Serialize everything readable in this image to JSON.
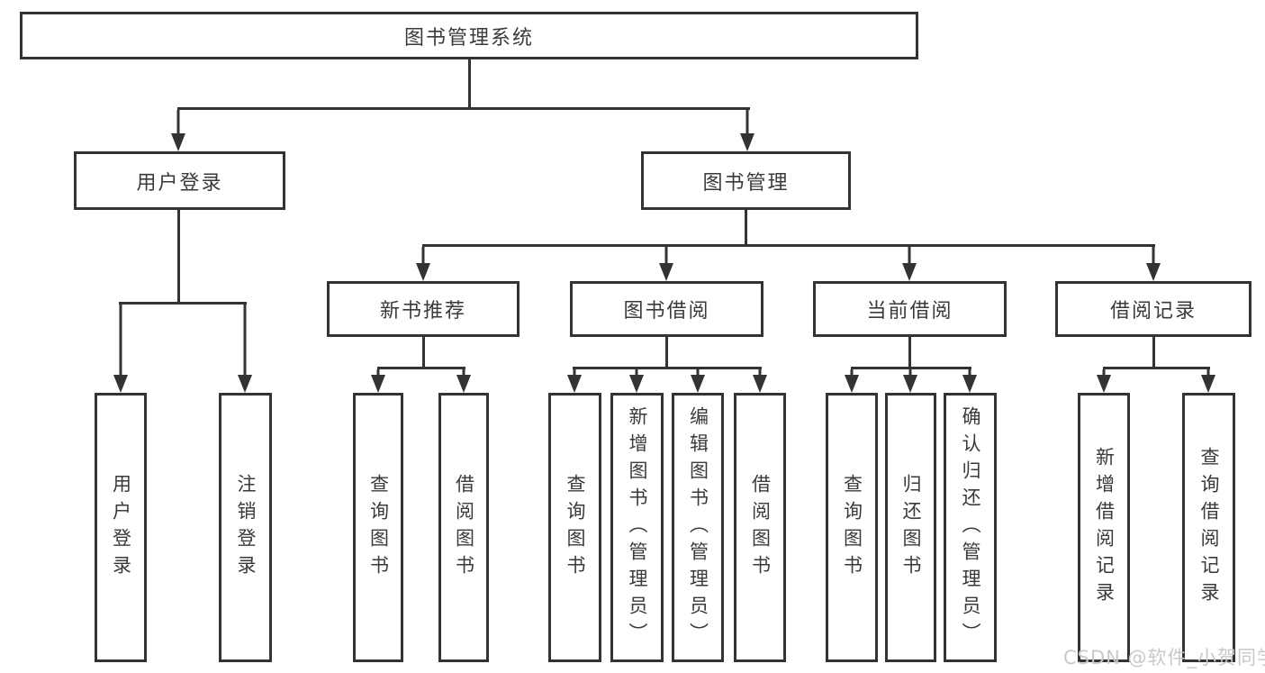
{
  "title": {
    "label": "图书管理系统"
  },
  "groups": {
    "user_login": {
      "label": "用户登录",
      "children": {
        "login": "用户登录",
        "logout": "注销登录"
      }
    },
    "book_management": {
      "label": "图书管理"
    },
    "new_book": {
      "label": "新书推荐",
      "children": {
        "query": "查询图书",
        "borrow": "借阅图书"
      }
    },
    "borrowing": {
      "label": "图书借阅",
      "children": {
        "query": "查询图书",
        "add": "新增图书（管理员）",
        "edit": "编辑图书（管理员）",
        "borrow": "借阅图书"
      }
    },
    "current": {
      "label": "当前借阅",
      "children": {
        "query": "查询图书",
        "return": "归还图书",
        "confirm": "确认归还（管理员）"
      }
    },
    "records": {
      "label": "借阅记录",
      "children": {
        "add": "新增借阅记录",
        "query": "查询借阅记录"
      }
    }
  },
  "watermark": {
    "text": "CSDN @软件_小贺同学"
  },
  "colors": {
    "line": "#333333",
    "text": "#3a3a3a",
    "watermark": "#c9c9c9",
    "background": "#ffffff"
  }
}
